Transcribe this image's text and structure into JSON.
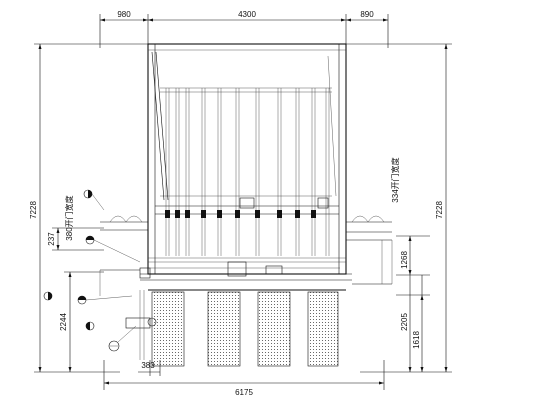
{
  "dimensions": {
    "top_left": "980",
    "top_middle": "4300",
    "top_right": "890",
    "left_overall": "7228",
    "right_overall": "7228",
    "left_237": "237",
    "left_2244": "2244",
    "bottom_383": "383",
    "bottom_overall": "6175",
    "right_1268": "1268",
    "right_2205": "2205",
    "right_1618": "1618"
  },
  "annotations": {
    "left_door_width": "380开门宽度",
    "right_door_width": "334开门宽度"
  },
  "colors": {
    "line": "#111111",
    "background": "#ffffff"
  }
}
